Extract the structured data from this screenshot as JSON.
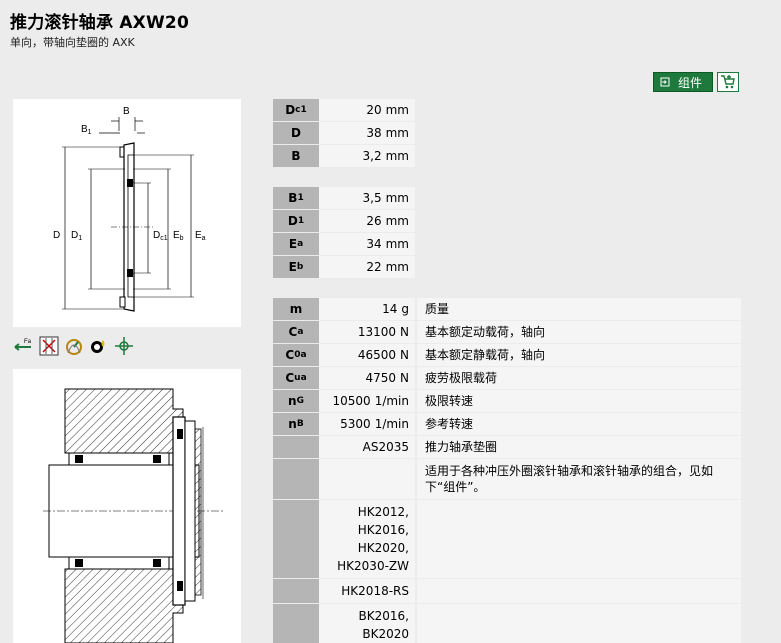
{
  "header": {
    "title": "推力滚针轴承 AXW20",
    "subtitle": "单向，带轴向垫圈的 AXK"
  },
  "toolbar": {
    "components_label": "组件",
    "cart_icon": "cart-icon"
  },
  "drawing1_labels": {
    "B": "B",
    "B1": "B",
    "B1_sub": "1",
    "D": "D",
    "D1": "D",
    "D1_sub": "1",
    "Dc1": "D",
    "Dc1_sub": "c1",
    "Eb": "E",
    "Eb_sub": "b",
    "Ea": "E",
    "Ea_sub": "a"
  },
  "icons": [
    "axial-load-icon",
    "no-radial-icon",
    "speed-icon",
    "lubrication-icon",
    "centering-icon"
  ],
  "groups": [
    [
      {
        "sym": "D",
        "sub": "c1",
        "value": "20",
        "unit": "mm",
        "desc": ""
      },
      {
        "sym": "D",
        "sub": "",
        "value": "38",
        "unit": "mm",
        "desc": ""
      },
      {
        "sym": "B",
        "sub": "",
        "value": "3,2",
        "unit": "mm",
        "desc": ""
      }
    ],
    [
      {
        "sym": "B",
        "sub": "1",
        "value": "3,5",
        "unit": "mm",
        "desc": ""
      },
      {
        "sym": "D",
        "sub": "1",
        "value": "26",
        "unit": "mm",
        "desc": ""
      },
      {
        "sym": "E",
        "sub": "a",
        "value": "34",
        "unit": "mm",
        "desc": ""
      },
      {
        "sym": "E",
        "sub": "b",
        "value": "22",
        "unit": "mm",
        "desc": ""
      }
    ],
    [
      {
        "sym": "m",
        "sub": "",
        "value": "14",
        "unit": "g",
        "desc": "质量"
      },
      {
        "sym": "C",
        "sub": "a",
        "value": "13100",
        "unit": "N",
        "desc": "基本额定动载荷，轴向"
      },
      {
        "sym": "C",
        "sub": "0a",
        "value": "46500",
        "unit": "N",
        "desc": "基本额定静载荷，轴向"
      },
      {
        "sym": "C",
        "sub": "ua",
        "value": "4750",
        "unit": "N",
        "desc": "疲劳极限载荷"
      },
      {
        "sym": "n",
        "sub": "G",
        "value": "10500",
        "unit": "1/min",
        "desc": "极限转速"
      },
      {
        "sym": "n",
        "sub": "B",
        "value": "5300",
        "unit": "1/min",
        "desc": "参考转速"
      },
      {
        "sym": "",
        "sub": "",
        "value": "AS2035",
        "unit": "",
        "desc": "推力轴承垫圈"
      }
    ]
  ],
  "extra_rows": [
    {
      "values": [],
      "desc": "适用于各种冲压外圈滚针轴承和滚针轴承的组合，见如下“组件”。"
    },
    {
      "values": [
        "HK2012,",
        "HK2016,",
        "HK2020,",
        "HK2030-ZW"
      ],
      "desc": ""
    },
    {
      "values": [
        "HK2018-RS"
      ],
      "desc": ""
    },
    {
      "values": [
        "BK2016,",
        "BK2020"
      ],
      "desc": ""
    }
  ]
}
